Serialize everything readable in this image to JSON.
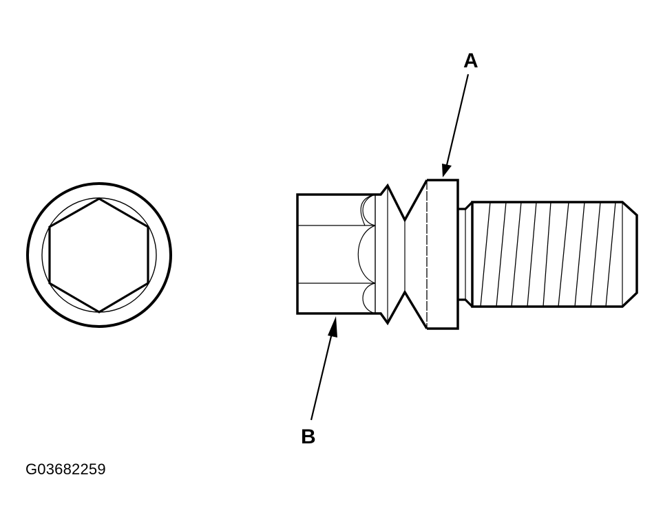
{
  "figure": {
    "id": "G03682259",
    "description": "Bolt with hex socket head: end view (left) and side view (right) with callouts",
    "colors": {
      "line": "#000000",
      "background": "#ffffff"
    }
  },
  "callouts": {
    "a": {
      "letter": "A",
      "target": "flange-collar-top-edge"
    },
    "b": {
      "letter": "B",
      "target": "socket-head-bottom-edge"
    }
  },
  "views": {
    "end_view": {
      "name": "hex-socket-end-view"
    },
    "side_view": {
      "name": "bolt-side-view"
    }
  }
}
